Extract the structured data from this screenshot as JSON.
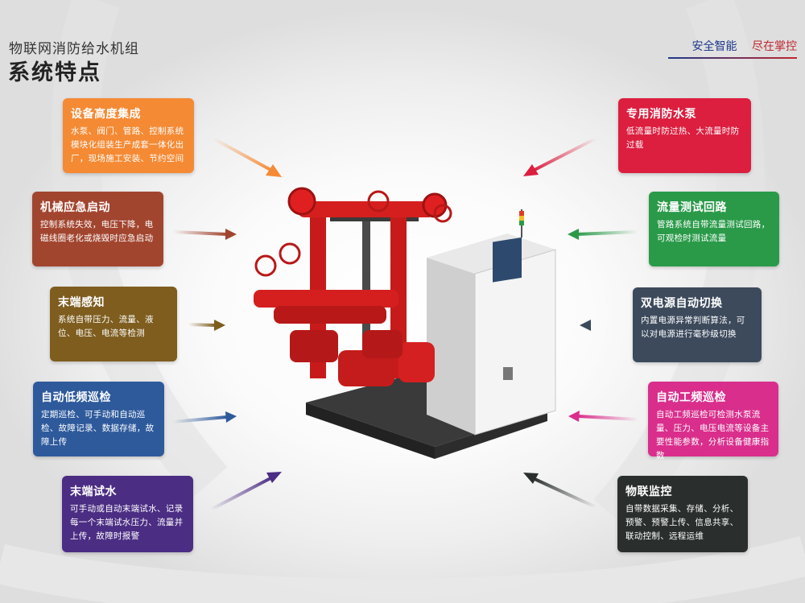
{
  "header": {
    "subtitle": "物联网消防给水机组",
    "title": "系统特点",
    "tag_left": "安全智能",
    "tag_right": "尽在掌控"
  },
  "features": [
    {
      "title": "设备高度集成",
      "desc": "水泵、阀门、管路、控制系统模块化组装生产成套一体化出厂，现场施工安装、节约空间",
      "color": "#f58a34"
    },
    {
      "title": "机械应急启动",
      "desc": "控制系统失效，电压下降，电磁线圈老化或烧毁时应急启动",
      "color": "#a2452f"
    },
    {
      "title": "末端感知",
      "desc": "系统自带压力、流量、液位、电压、电流等检测",
      "color": "#7e5d1f"
    },
    {
      "title": "自动低频巡检",
      "desc": "定期巡检、可手动和自动巡检、故障记录、数据存储，故障上传",
      "color": "#2e5a9c"
    },
    {
      "title": "末端试水",
      "desc": "可手动或自动末端试水、记录每一个末端试水压力、流量并上传，故障时报警",
      "color": "#4b2d83"
    },
    {
      "title": "专用消防水泵",
      "desc": "低流量时防过热、大流量时防过载",
      "color": "#dc1e3f"
    },
    {
      "title": "流量测试回路",
      "desc": "管路系统自带流量测试回路，可观检时测试流量",
      "color": "#2a9a49"
    },
    {
      "title": "双电源自动切换",
      "desc": "内置电源异常判断算法，可以对电源进行毫秒级切换",
      "color": "#3c4a5c"
    },
    {
      "title": "自动工频巡检",
      "desc": "自动工频巡检可检测水泵流量、压力、电压电流等设备主要性能参数，分析设备健康指数",
      "color": "#d92e8c"
    },
    {
      "title": "物联监控",
      "desc": "自带数据采集、存储、分析、预警、预警上传、信息共享、联动控制、远程运维",
      "color": "#2a2f2d"
    }
  ],
  "icons": {
    "arrow": "arrow-icon",
    "machine": "fire-pump-unit-icon"
  }
}
